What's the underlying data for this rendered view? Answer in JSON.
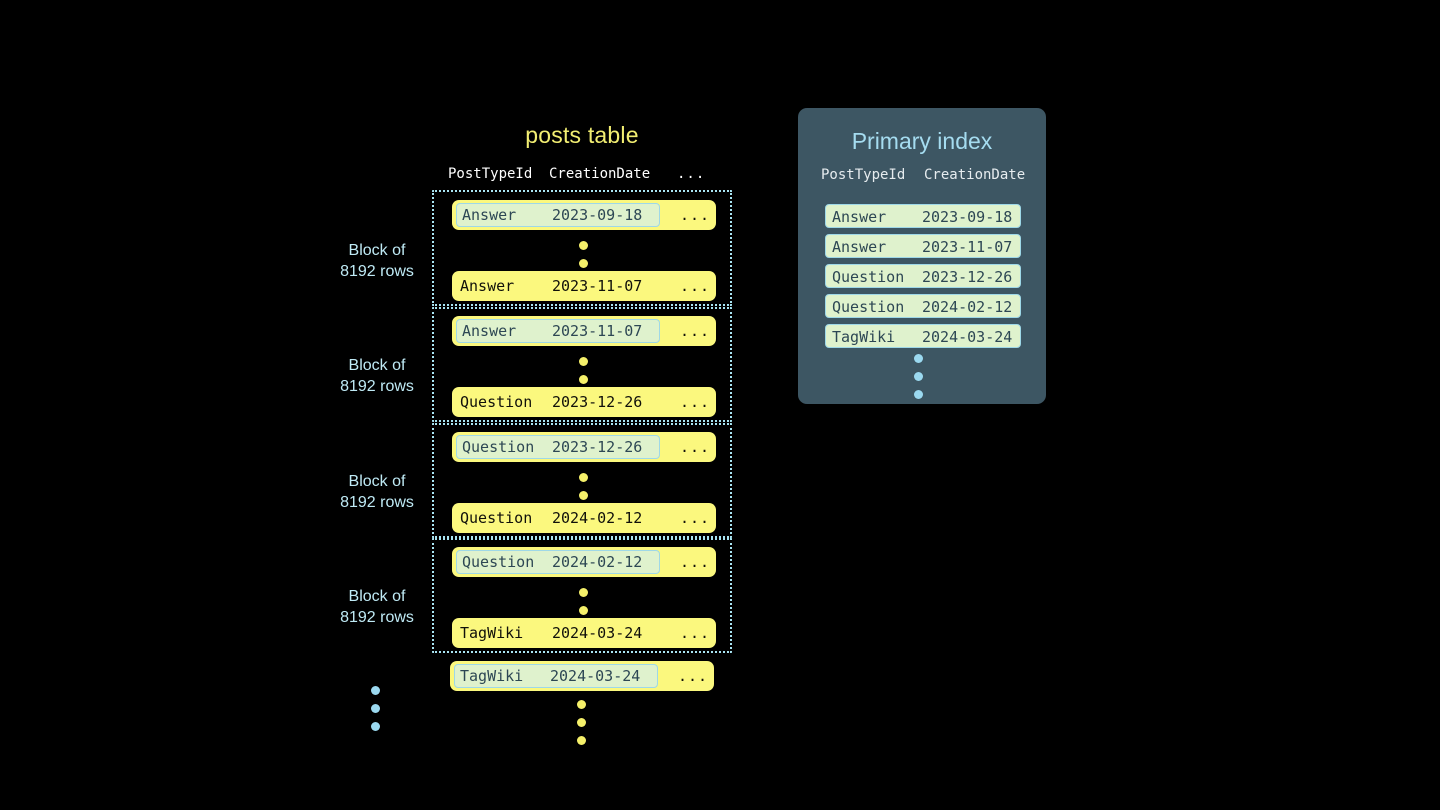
{
  "canvas": {
    "background": "#000000"
  },
  "colors": {
    "row_yellow": "#fbf87e",
    "highlight_mint": "#dff2cd",
    "highlight_border": "#9ed8e8",
    "block_border": "#a8e4f2",
    "panel_slate": "#3d5663",
    "title_yellow": "#f2ee72",
    "title_blue": "#a5dcf0",
    "dot_yellow": "#f5f06a",
    "dot_blue": "#9bd9f0"
  },
  "posts_table": {
    "title": "posts table",
    "columns": [
      "PostTypeId",
      "CreationDate",
      "..."
    ],
    "block_label": "Block of\n8192 rows",
    "block_label_line1": "Block of",
    "block_label_line2": "8192 rows",
    "ellipsis_cell": "...",
    "blocks": [
      {
        "label_line1": "Block of",
        "label_line2": "8192 rows",
        "first_row": {
          "post_type_id": "Answer",
          "creation_date": "2023-09-18",
          "rest": "...",
          "highlighted": true
        },
        "last_row": {
          "post_type_id": "Answer",
          "creation_date": "2023-11-07",
          "rest": "...",
          "highlighted": false
        }
      },
      {
        "label_line1": "Block of",
        "label_line2": "8192 rows",
        "first_row": {
          "post_type_id": "Answer",
          "creation_date": "2023-11-07",
          "rest": "...",
          "highlighted": true
        },
        "last_row": {
          "post_type_id": "Question",
          "creation_date": "2023-12-26",
          "rest": "...",
          "highlighted": false
        }
      },
      {
        "label_line1": "Block of",
        "label_line2": "8192 rows",
        "first_row": {
          "post_type_id": "Question",
          "creation_date": "2023-12-26",
          "rest": "...",
          "highlighted": true
        },
        "last_row": {
          "post_type_id": "Question",
          "creation_date": "2024-02-12",
          "rest": "...",
          "highlighted": false
        }
      },
      {
        "label_line1": "Block of",
        "label_line2": "8192 rows",
        "first_row": {
          "post_type_id": "Question",
          "creation_date": "2024-02-12",
          "rest": "...",
          "highlighted": true
        },
        "last_row": {
          "post_type_id": "TagWiki",
          "creation_date": "2024-03-24",
          "rest": "...",
          "highlighted": false
        }
      }
    ],
    "trailing_row": {
      "post_type_id": "TagWiki",
      "creation_date": "2024-03-24",
      "rest": "...",
      "highlighted": true
    }
  },
  "primary_index": {
    "title": "Primary index",
    "columns": [
      "PostTypeId",
      "CreationDate"
    ],
    "entries": [
      {
        "post_type_id": "Answer",
        "creation_date": "2023-09-18"
      },
      {
        "post_type_id": "Answer",
        "creation_date": "2023-11-07"
      },
      {
        "post_type_id": "Question",
        "creation_date": "2023-12-26"
      },
      {
        "post_type_id": "Question",
        "creation_date": "2024-02-12"
      },
      {
        "post_type_id": "TagWiki",
        "creation_date": "2024-03-24"
      }
    ]
  }
}
